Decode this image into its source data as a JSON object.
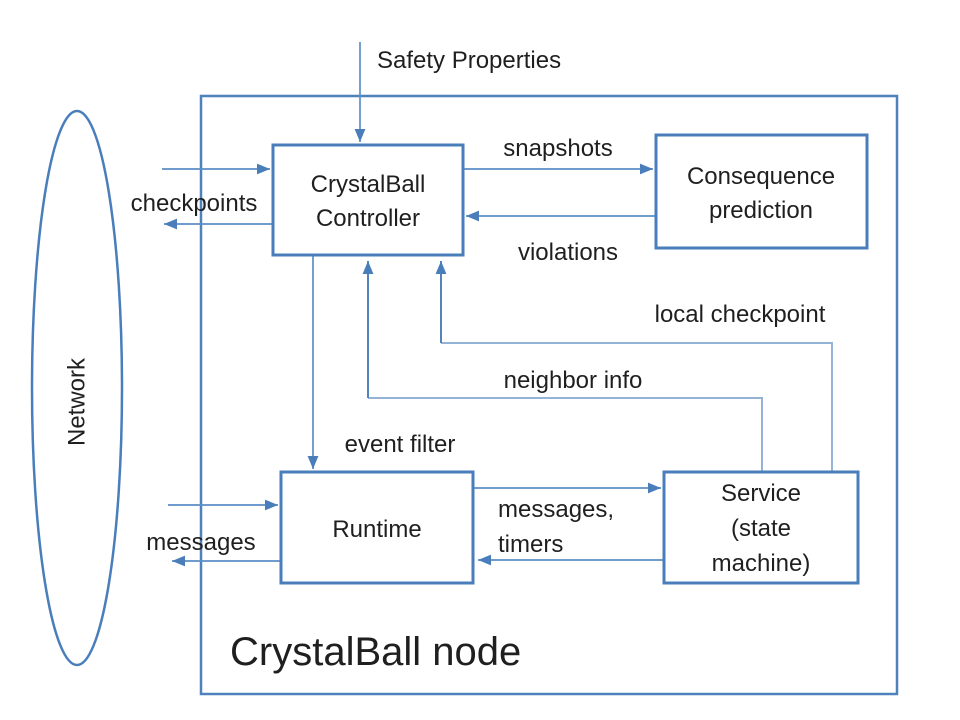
{
  "title": "CrystalBall node",
  "colors": {
    "box_border": "#4a7ebb",
    "outer_border": "#4f81bd",
    "connector": "#5b8ec6",
    "connector_light": "#95b3d7",
    "text": "#1f1f1f",
    "background": "#ffffff"
  },
  "nodes": {
    "network": {
      "label": "Network"
    },
    "controller": {
      "line1": "CrystalBall",
      "line2": "Controller"
    },
    "consequence": {
      "line1": "Consequence",
      "line2": "prediction"
    },
    "runtime": {
      "label": "Runtime"
    },
    "service": {
      "line1": "Service",
      "line2": "(state",
      "line3": "machine)"
    }
  },
  "edges": {
    "safety_properties": "Safety Properties",
    "snapshots": "snapshots",
    "violations": "violations",
    "checkpoints": "checkpoints",
    "local_checkpoint": "local checkpoint",
    "neighbor_info": "neighbor info",
    "event_filter": "event filter",
    "messages_timers": {
      "line1": "messages,",
      "line2": "timers"
    },
    "messages": "messages"
  }
}
